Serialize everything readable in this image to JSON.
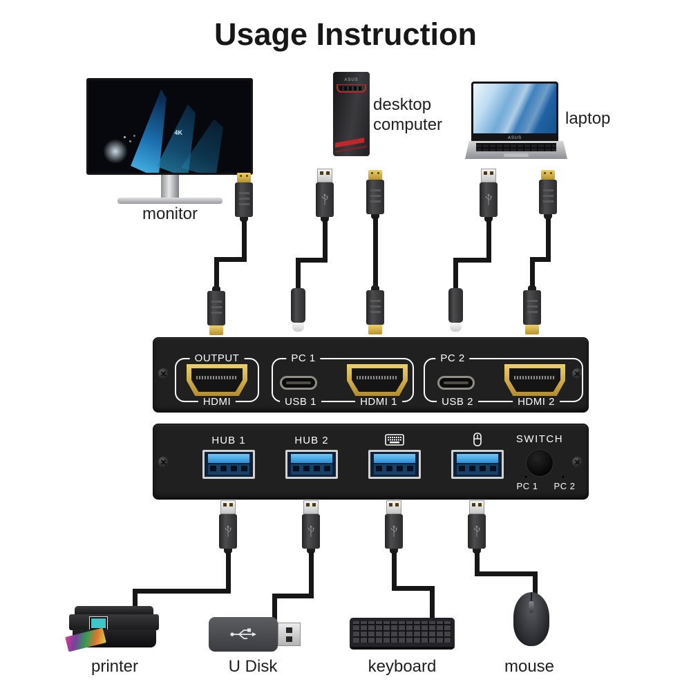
{
  "title": "Usage Instruction",
  "devices": {
    "monitor": {
      "label": "monitor",
      "screen_badge": "4K"
    },
    "desktop_computer": {
      "label": "desktop computer",
      "brand": "ASUS"
    },
    "laptop": {
      "label": "laptop",
      "brand": "ASUS"
    },
    "printer": {
      "label": "printer"
    },
    "u_disk": {
      "label": "U Disk"
    },
    "keyboard": {
      "label": "keyboard"
    },
    "mouse": {
      "label": "mouse"
    }
  },
  "kvm_switch": {
    "hdmi_panel": {
      "output_group": {
        "label": "OUTPUT",
        "port_label": "HDMI"
      },
      "pc1_group": {
        "label": "PC 1",
        "usb_label": "USB 1",
        "hdmi_label": "HDMI 1"
      },
      "pc2_group": {
        "label": "PC 2",
        "usb_label": "USB 2",
        "hdmi_label": "HDMI 2"
      }
    },
    "hub_panel": {
      "hub1_label": "HUB 1",
      "hub2_label": "HUB 2",
      "switch_label": "SWITCH",
      "pc1_indicator": "PC 1",
      "pc2_indicator": "PC 2",
      "port_icons": [
        "keyboard-icon",
        "mouse-icon"
      ]
    }
  },
  "colors": {
    "background": "#ffffff",
    "text": "#1f1f1f",
    "panel": "#202020",
    "panel_text": "#fdfdfd",
    "cable": "#161616",
    "hdmi_gold": "#c9a43c",
    "usb_blue": "#2f9fe2",
    "accent_red": "#c0272d"
  }
}
